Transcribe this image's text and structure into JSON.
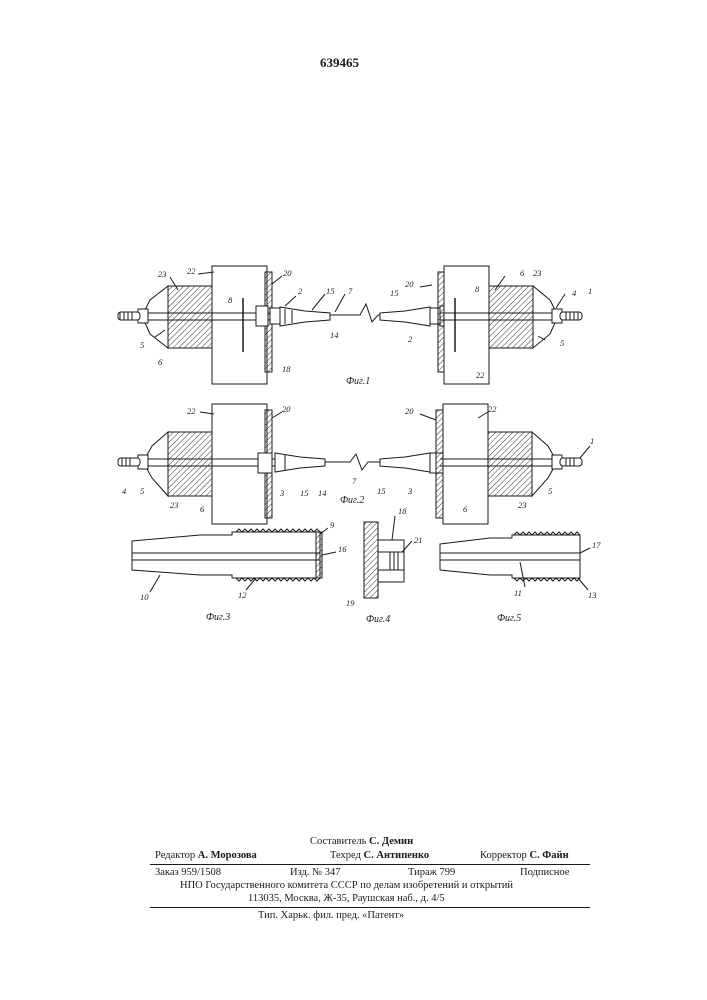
{
  "patent_number": "639465",
  "figures": [
    {
      "id": "fig1",
      "caption": "Фиг.1"
    },
    {
      "id": "fig2",
      "caption": "Фиг.2"
    },
    {
      "id": "fig3",
      "caption": "Фиг.3"
    },
    {
      "id": "fig4",
      "caption": "Фиг.4"
    },
    {
      "id": "fig5",
      "caption": "Фиг.5"
    }
  ],
  "labels": {
    "fig1": [
      "23",
      "22",
      "20",
      "8",
      "2",
      "15",
      "7",
      "15",
      "20",
      "8",
      "6",
      "23",
      "4",
      "1",
      "5",
      "6",
      "18",
      "14",
      "2",
      "5",
      "22"
    ],
    "fig2": [
      "22",
      "20",
      "20",
      "22",
      "1",
      "4",
      "5",
      "23",
      "6",
      "3",
      "15",
      "14",
      "7",
      "15",
      "3",
      "6",
      "23",
      "5"
    ],
    "fig3": [
      "9",
      "16",
      "10",
      "12"
    ],
    "fig4": [
      "18",
      "21",
      "19"
    ],
    "fig5": [
      "17",
      "11",
      "13"
    ]
  },
  "imprint": {
    "compiler_label": "Составитель",
    "compiler": "С. Демин",
    "editor_label": "Редактор",
    "editor": "А. Морозова",
    "tech_label": "Техред",
    "tech": "С. Антипенко",
    "corrector_label": "Корректор",
    "corrector": "С. Файн",
    "order": "Заказ 959/1508",
    "edition": "Изд. № 347",
    "circulation": "Тираж 799",
    "subscription": "Подписное",
    "org_line": "НПО Государственного комитета СССР по делам изобретений и открытий",
    "address": "113035, Москва, Ж-35, Раушская наб., д. 4/5",
    "printer": "Тип. Харьк. фил. пред. «Патент»"
  }
}
